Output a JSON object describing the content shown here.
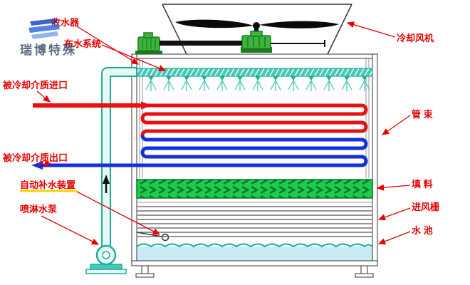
{
  "diagram": {
    "watermark": "瑞博特殊",
    "labels": {
      "drift_eliminator": "收水器",
      "water_distribution": "布水系统",
      "medium_inlet": "被冷却介质进口",
      "medium_outlet": "被冷却介质出口",
      "auto_refill": "自动补水装置",
      "spray_pump": "喷淋水泵",
      "cooling_fan": "冷却风机",
      "tube_bundle": "管 束",
      "fill_media": "填 料",
      "air_inlet": "进风栅",
      "water_basin": "水 池"
    },
    "colors": {
      "label_red": "#e60000",
      "hot_pipe_red": "#e81010",
      "cold_pipe_blue": "#1530d8",
      "pipe_teal": "#1fae9a",
      "fill_green": "#1ecb4f",
      "water_blue": "#c9ecf4",
      "motor_green": "#3db53d",
      "underline_yellow": "#ffd400"
    }
  }
}
